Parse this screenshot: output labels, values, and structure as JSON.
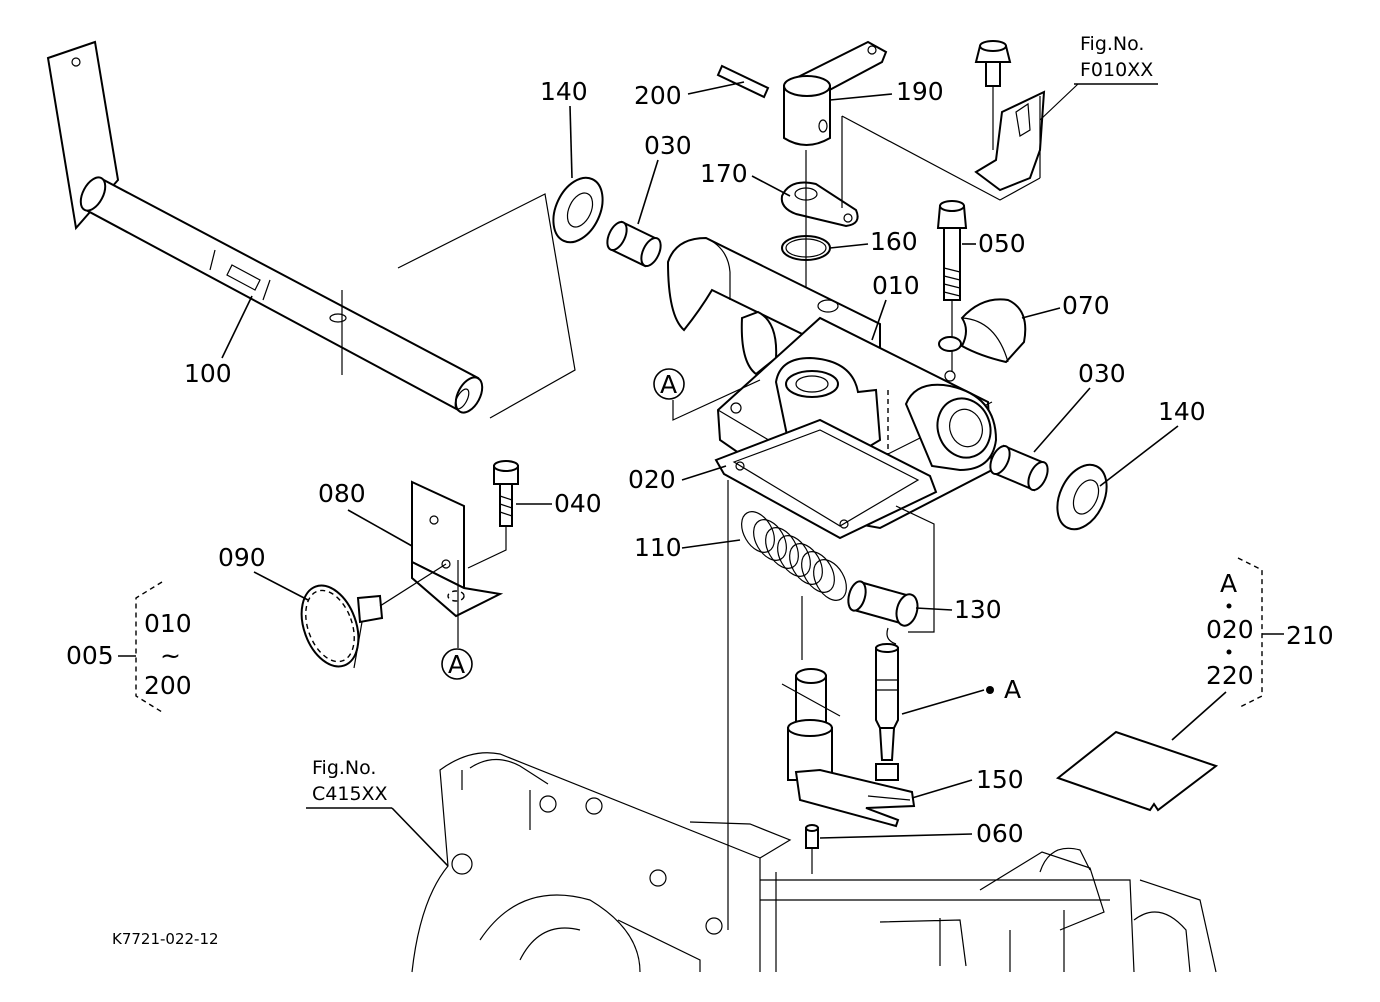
{
  "labels": {
    "p005": "005",
    "p010": "010",
    "p010b": "010",
    "p020": "020",
    "p020b": "020",
    "p030a": "030",
    "p030b": "030",
    "p040": "040",
    "p050": "050",
    "p060": "060",
    "p070": "070",
    "p080": "080",
    "p090": "090",
    "p100": "100",
    "p110": "110",
    "p130": "130",
    "p140a": "140",
    "p140b": "140",
    "p150": "150",
    "p160": "160",
    "p170": "170",
    "p190": "190",
    "p200": "200",
    "p200b": "200",
    "p210": "210",
    "p220": "220",
    "tilde": "~",
    "markA1": "A",
    "markA2": "A",
    "markA3": "A",
    "markA4": "A"
  },
  "refs": {
    "fig1_line1": "Fig.No.",
    "fig1_line2": "F010XX",
    "fig2_line1": "Fig.No.",
    "fig2_line2": "C415XX"
  },
  "drawing_code": "K7721-022-12"
}
